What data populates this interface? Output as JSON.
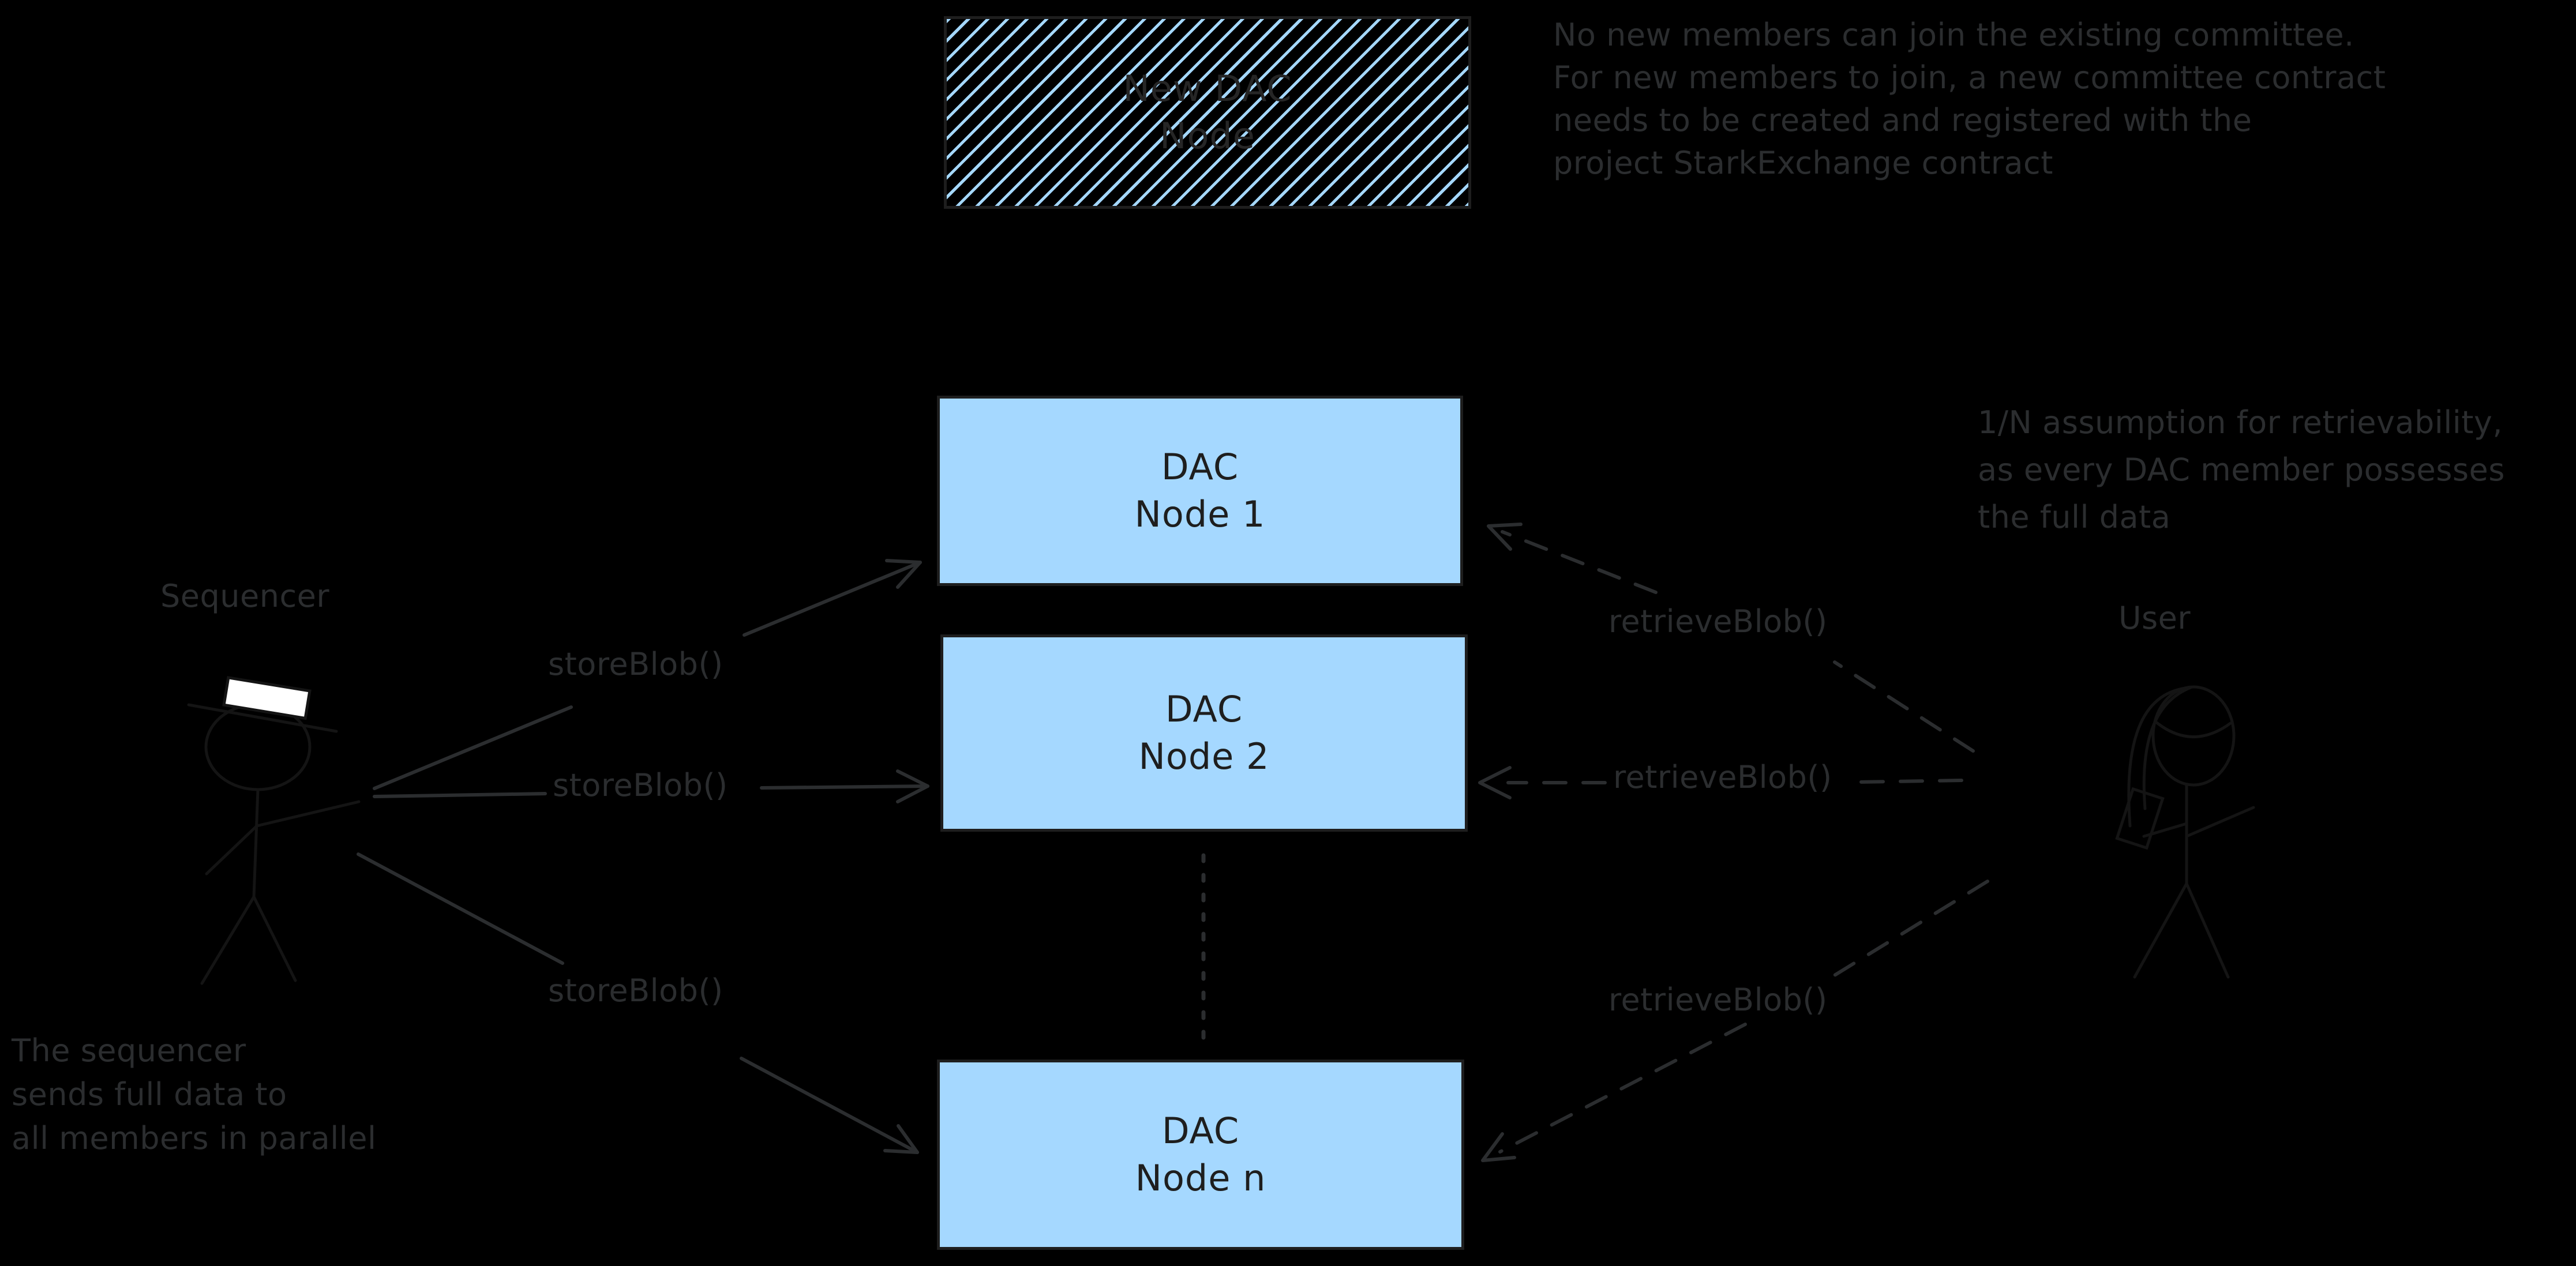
{
  "diagram": {
    "colors": {
      "background": "#000000",
      "node_fill": "#a5d8ff",
      "node_border": "#1e1e1e",
      "annotation_gray": "#2b2d2f",
      "figure_faint": "#141414",
      "hat_fill": "#ffffff"
    },
    "nodes": {
      "new_dac": {
        "line1": "New DAC",
        "line2": "Node"
      },
      "node1": {
        "line1": "DAC",
        "line2": "Node 1"
      },
      "node2": {
        "line1": "DAC",
        "line2": "Node 2"
      },
      "noden": {
        "line1": "DAC",
        "line2": "Node n"
      }
    },
    "actors": {
      "sequencer": "Sequencer",
      "user": "User"
    },
    "arrows": {
      "store1": "storeBlob()",
      "store2": "storeBlob()",
      "store3": "storeBlob()",
      "retrieve1": "retrieveBlob()",
      "retrieve2": "retrieveBlob()",
      "retrieve3": "retrieveBlob()"
    },
    "notes": {
      "committee": [
        "No new members can join the existing committee.",
        "For new members to join, a new committee contract",
        "needs to be created and registered with the",
        "project StarkExchange contract"
      ],
      "retrievability": [
        "1/N assumption for retrievability,",
        "as every DAC member possesses",
        "the full data"
      ],
      "sequencer_note": [
        "The sequencer",
        "sends full data to",
        "all members in parallel"
      ]
    }
  }
}
